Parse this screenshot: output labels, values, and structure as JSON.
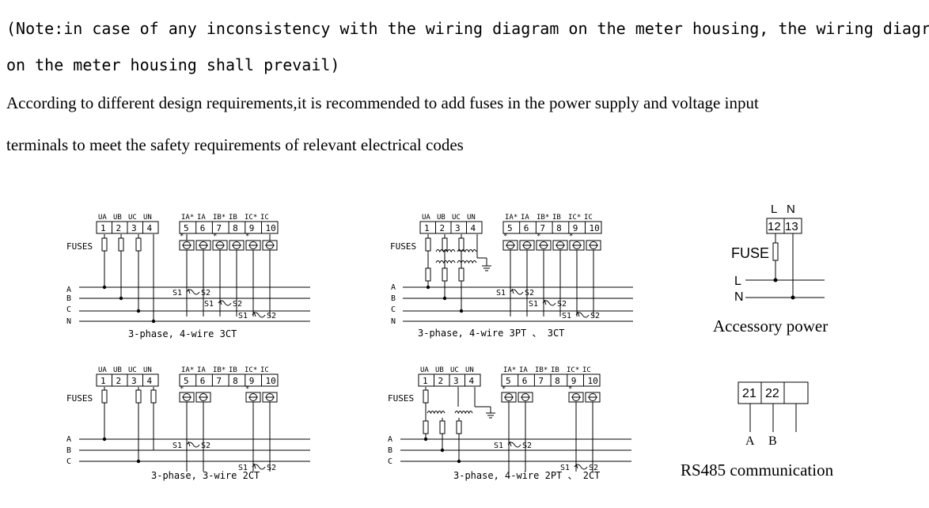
{
  "note": {
    "line1": "(Note:in case of any inconsistency with the wiring diagram on the meter housing, the wiring diagram",
    "line2": "on the meter housing shall prevail)"
  },
  "recommendation": {
    "line1": "According to different design requirements,it is recommended to add fuses in the power supply and voltage input",
    "line2": "terminals to meet the safety requirements of relevant electrical codes"
  },
  "labels": {
    "voltage_header": [
      "UA",
      "UB",
      "UC",
      "UN"
    ],
    "current_header": [
      "IA*",
      "IA",
      "IB*",
      "IB",
      "IC*",
      "IC"
    ],
    "voltage_terminals": [
      "1",
      "2",
      "3",
      "4"
    ],
    "current_terminals": [
      "5",
      "6",
      "7",
      "8",
      "9",
      "10"
    ],
    "fuses": "FUSES",
    "phase_a": "A",
    "phase_b": "B",
    "phase_c": "C",
    "neutral": "N",
    "ct_s1": "S1",
    "ct_s2": "S2",
    "star": "*"
  },
  "diagrams": {
    "d1_caption": "3-phase, 4-wire  3CT",
    "d2_caption": "3-phase, 4-wire  3PT 、 3CT",
    "d3_caption": "3-phase, 3-wire  2CT",
    "d4_caption": "3-phase, 4-wire  2PT 、 2CT"
  },
  "accessory": {
    "l_label": "L",
    "n_label": "N",
    "term_l": "12",
    "term_n": "13",
    "fuse": "FUSE",
    "line_l": "L",
    "line_n": "N",
    "caption": "Accessory power"
  },
  "rs485": {
    "term_a": "21",
    "term_b": "22",
    "label_a": "A",
    "label_b": "B",
    "caption": "RS485 communication"
  }
}
